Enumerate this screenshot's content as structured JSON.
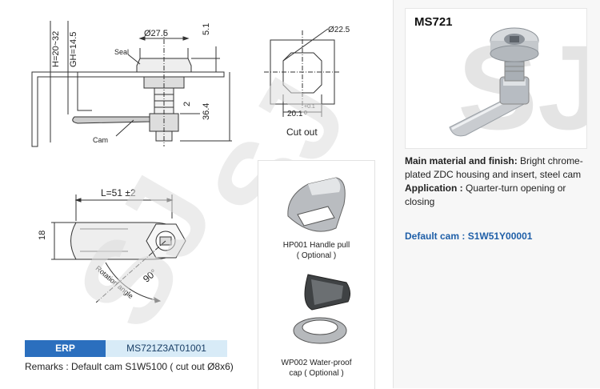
{
  "watermark": "SJ",
  "drawing_side": {
    "dia_top": "Ø27.5",
    "dim_5_1": "5.1",
    "label_seal": "Seal",
    "h_range": "H=20~32",
    "gh": "GH=14.5",
    "dim_2": "2",
    "dim_36_4": "36.4",
    "label_cam": "Cam"
  },
  "drawing_cutout": {
    "dia": "Ø22.5",
    "width": "20.1",
    "tol_plus": "+0.1",
    "tol_zero": "0",
    "caption": "Cut out"
  },
  "drawing_bottom": {
    "length": "L=51 ±2",
    "height": "18",
    "angle": "90°",
    "rotation": "Rotation angle"
  },
  "options": {
    "hp001_line1": "HP001 Handle pull",
    "hp001_line2": "( Optional )",
    "wp002_line1": "WP002 Water-proof",
    "wp002_line2": "cap ( Optional )"
  },
  "erp": {
    "label": "ERP",
    "value": "MS721Z3AT01001"
  },
  "remarks": "Remarks : Default cam S1W5100 ( cut out Ø8x6)",
  "product": {
    "model": "MS721",
    "finish_label": "Main material and finish:",
    "finish_value": " Bright chrome-plated ZDC housing and insert, steel cam",
    "app_label": "Application :",
    "app_value": " Quarter-turn opening or closing",
    "default_cam_label": "Default cam : ",
    "default_cam_value": "S1W51Y00001"
  }
}
